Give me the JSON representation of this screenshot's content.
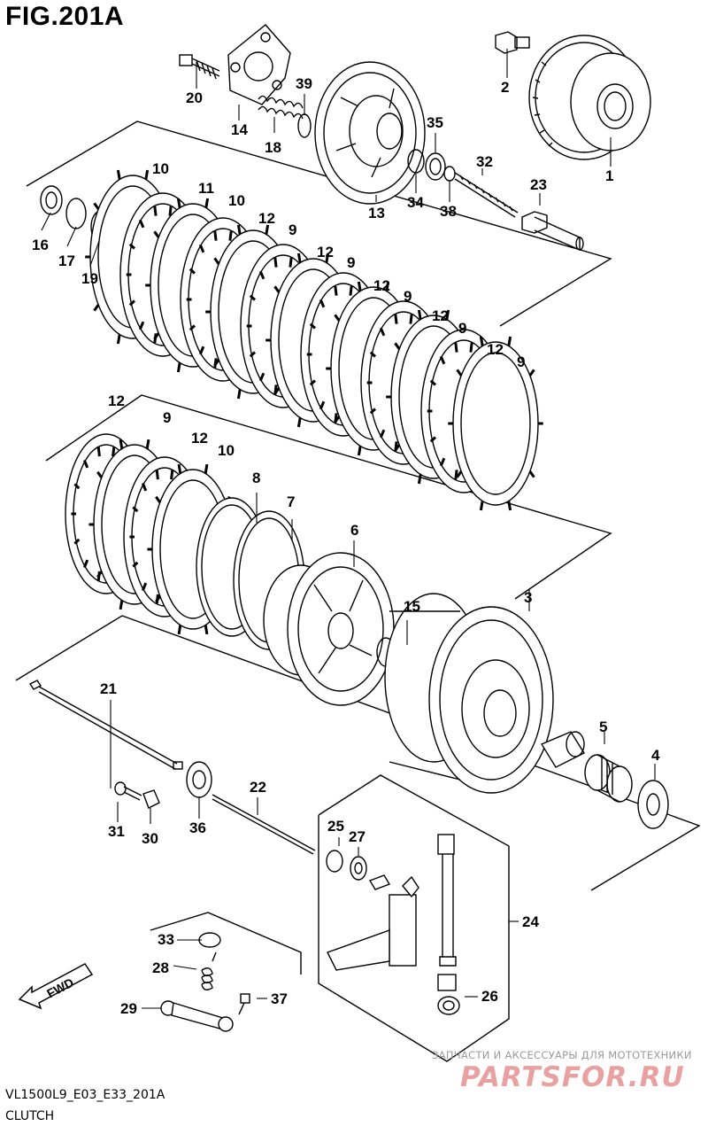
{
  "figure": {
    "title": "FIG.201A"
  },
  "footer": {
    "code": "VL1500L9_E03_E33_201A",
    "caption": "CLUTCH"
  },
  "watermark": {
    "tagline": "ЗАПЧАСТИ И АКСЕССУАРЫ ДЛЯ МОТОТЕХНИКИ",
    "logo": "PARTSFOR.RU",
    "color": "#e8a0a0"
  },
  "fwd_label": "FWD",
  "callouts": [
    {
      "id": "c1",
      "label": "1"
    },
    {
      "id": "c2",
      "label": "2"
    },
    {
      "id": "c3",
      "label": "3"
    },
    {
      "id": "c4",
      "label": "4"
    },
    {
      "id": "c5",
      "label": "5"
    },
    {
      "id": "c6",
      "label": "6"
    },
    {
      "id": "c7",
      "label": "7"
    },
    {
      "id": "c8",
      "label": "8"
    },
    {
      "id": "c9a",
      "label": "9"
    },
    {
      "id": "c9b",
      "label": "9"
    },
    {
      "id": "c9c",
      "label": "9"
    },
    {
      "id": "c9d",
      "label": "9"
    },
    {
      "id": "c9e",
      "label": "9"
    },
    {
      "id": "c9f",
      "label": "9"
    },
    {
      "id": "c10a",
      "label": "10"
    },
    {
      "id": "c10b",
      "label": "10"
    },
    {
      "id": "c10c",
      "label": "10"
    },
    {
      "id": "c11",
      "label": "11"
    },
    {
      "id": "c12a",
      "label": "12"
    },
    {
      "id": "c12b",
      "label": "12"
    },
    {
      "id": "c12c",
      "label": "12"
    },
    {
      "id": "c12d",
      "label": "12"
    },
    {
      "id": "c12e",
      "label": "12"
    },
    {
      "id": "c12f",
      "label": "12"
    },
    {
      "id": "c12g",
      "label": "12"
    },
    {
      "id": "c13",
      "label": "13"
    },
    {
      "id": "c14",
      "label": "14"
    },
    {
      "id": "c15",
      "label": "15"
    },
    {
      "id": "c16",
      "label": "16"
    },
    {
      "id": "c17",
      "label": "17"
    },
    {
      "id": "c18",
      "label": "18"
    },
    {
      "id": "c19",
      "label": "19"
    },
    {
      "id": "c20",
      "label": "20"
    },
    {
      "id": "c21",
      "label": "21"
    },
    {
      "id": "c22",
      "label": "22"
    },
    {
      "id": "c23",
      "label": "23"
    },
    {
      "id": "c24",
      "label": "24"
    },
    {
      "id": "c25",
      "label": "25"
    },
    {
      "id": "c26",
      "label": "26"
    },
    {
      "id": "c27",
      "label": "27"
    },
    {
      "id": "c28",
      "label": "28"
    },
    {
      "id": "c29",
      "label": "29"
    },
    {
      "id": "c30",
      "label": "30"
    },
    {
      "id": "c31",
      "label": "31"
    },
    {
      "id": "c32",
      "label": "32"
    },
    {
      "id": "c33",
      "label": "33"
    },
    {
      "id": "c34",
      "label": "34"
    },
    {
      "id": "c35",
      "label": "35"
    },
    {
      "id": "c36",
      "label": "36"
    },
    {
      "id": "c37",
      "label": "37"
    },
    {
      "id": "c38",
      "label": "38"
    },
    {
      "id": "c39",
      "label": "39"
    }
  ]
}
